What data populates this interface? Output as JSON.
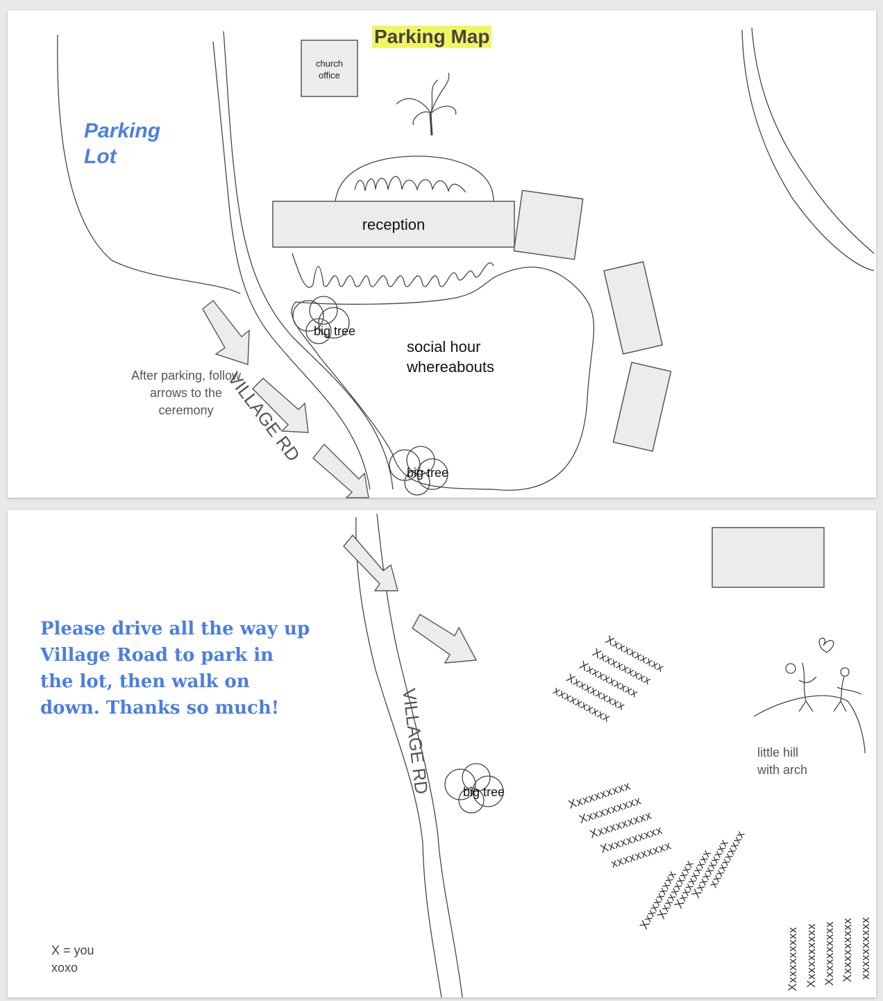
{
  "top_slide": {
    "title": "Parking Map",
    "title_highlight": "#f2f55f",
    "parking_lot_label": "Parking\nLot",
    "accent_color": "#4a7fe0",
    "church_office_label": "church\noffice",
    "reception_label": "reception",
    "social_hour_label": "social hour\nwhereabouts",
    "big_tree_label_1": "big tree",
    "big_tree_label_2": "big tree",
    "road_label": "VILLAGE RD",
    "arrow_note": "After parking, follow\narrows to the\nceremony"
  },
  "bottom_slide": {
    "instructions": "Please drive all the way up\nVillage Road to park in\nthe lot, then walk on\ndown. Thanks so much!",
    "road_label": "VILLAGE RD",
    "big_tree_label": "big tree",
    "hill_label": "little hill\nwith arch",
    "legend": "X = you\nxoxo",
    "seat_row_text": "Xxxxxxxxxx",
    "seat_row_text_lower": "xxxxxxxxxx"
  }
}
